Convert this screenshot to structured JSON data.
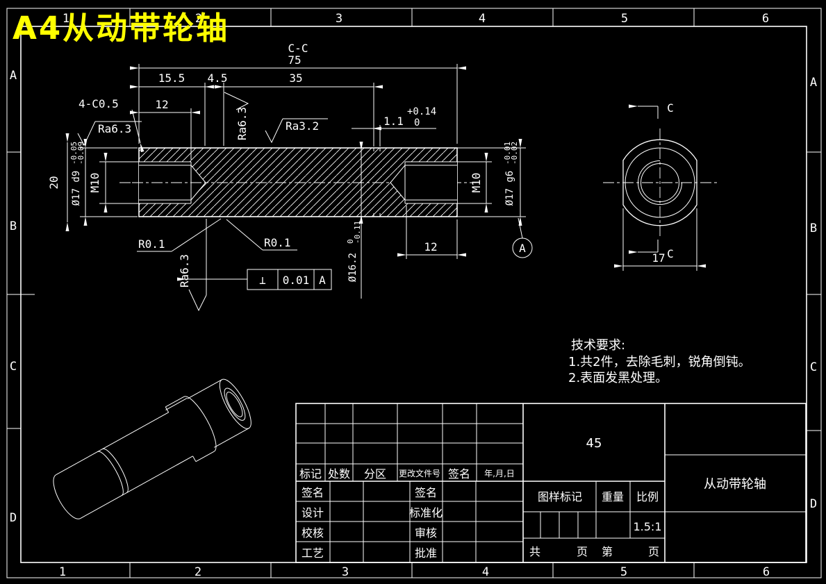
{
  "title": "A4从动带轮轴",
  "colors": {
    "background": "#000000",
    "line": "#ffffff",
    "title": "#ffff00"
  },
  "border": {
    "cols": [
      "1",
      "2",
      "3",
      "4",
      "5",
      "6"
    ],
    "rows": [
      "A",
      "B",
      "C",
      "D"
    ]
  },
  "drawing": {
    "section_label": "C-C",
    "dims": {
      "total": "75",
      "seg1": "15.5",
      "seg2": "4.5",
      "seg3": "35",
      "depth_left": "12",
      "depth_right": "12",
      "height": "20",
      "chamfer": "4-C0.5",
      "thread_left": "M10",
      "thread_right": "M10",
      "radius_left": "R0.1",
      "radius_right": "R0.1",
      "dia_d9": {
        "base": "Ø17 d9",
        "upper": "-0.05",
        "lower": "-0.09"
      },
      "dia_g6": {
        "base": "Ø17 g6",
        "upper": "-0.01",
        "lower": "-0.02"
      },
      "groove_w": {
        "base": "1.1",
        "upper": "+0.14",
        "lower": "0"
      },
      "groove_d": {
        "base": "Ø16.2",
        "upper": "0",
        "lower": "-0.11"
      }
    },
    "finish": {
      "ra63": "Ra6.3",
      "ra32": "Ra3.2"
    },
    "fcf": {
      "symbol": "⊥",
      "value": "0.01",
      "datum": "A"
    },
    "datum_label": "A",
    "end_view": {
      "mark": "C",
      "across_flats": "17"
    }
  },
  "tech_req": {
    "heading": "技术要求:",
    "item1": "1.共2件，去除毛刺，锐角倒钝。",
    "item2": "2.表面发黑处理。"
  },
  "title_block": {
    "material": "45",
    "part_name": "从动带轮轴",
    "scale_value": "1.5:1",
    "header": {
      "mark": "标记",
      "count": "处数",
      "zone": "分区",
      "doc_no": "更改文件号",
      "sign": "签名",
      "date": "年,月,日"
    },
    "left_rows": {
      "sign": "签名",
      "design": "设计",
      "check": "校核",
      "process": "工艺"
    },
    "mid_rows": {
      "sign": "签名",
      "standard": "标准化",
      "audit": "审核",
      "approve": "批准"
    },
    "stamp": {
      "mark": "图样标记",
      "weight": "重量",
      "scale": "比例"
    },
    "pages": {
      "total": "共",
      "pages": "页",
      "no": "第",
      "page": "页"
    }
  }
}
